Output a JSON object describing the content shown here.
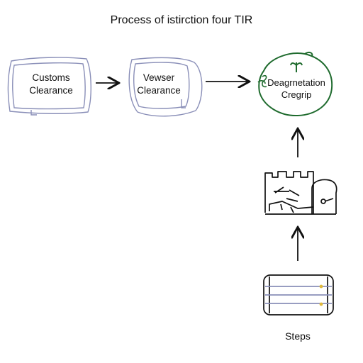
{
  "title": "Process of istirction four TIR",
  "nodes": {
    "customs": {
      "line1": "Customs",
      "line2": "Clearance"
    },
    "vewser": {
      "line1": "Vewser",
      "line2": "Clearance"
    },
    "degnet": {
      "line1": "Deagrnetation",
      "line2": "Cregrip"
    },
    "steps": {
      "label": "Steps"
    }
  },
  "colors": {
    "box_stroke": "#8a8fb8",
    "accent_green": "#1f6b2e",
    "ink": "#111111",
    "server_dot": "#e0b93a"
  },
  "icons": [
    "sprout-icon",
    "factory-icon",
    "server-icon"
  ]
}
